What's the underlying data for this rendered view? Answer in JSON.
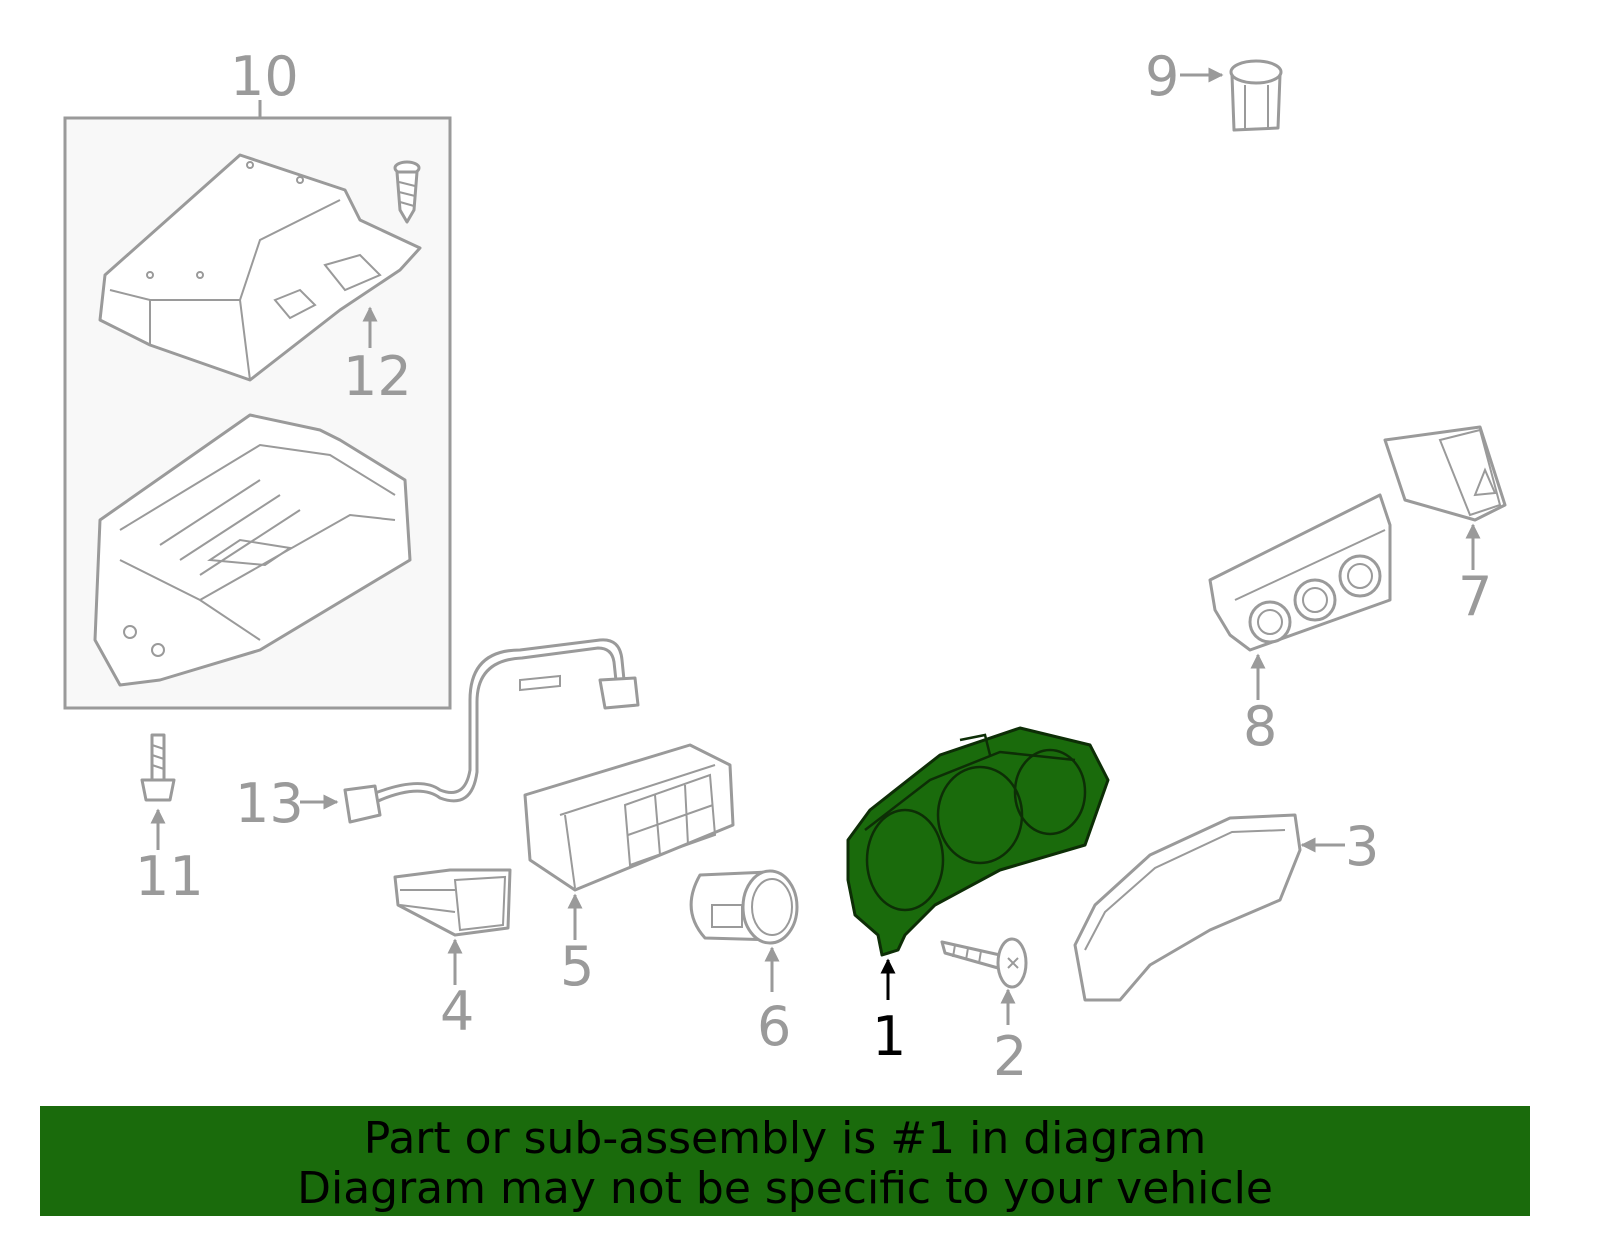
{
  "callouts": {
    "c1": "1",
    "c2": "2",
    "c3": "3",
    "c4": "4",
    "c5": "5",
    "c6": "6",
    "c7": "7",
    "c8": "8",
    "c9": "9",
    "c10": "10",
    "c11": "11",
    "c12": "12",
    "c13": "13"
  },
  "highlighted_part": "1",
  "colors": {
    "highlight": "#1a6b0c",
    "line": "#9a9a9a"
  },
  "banner": {
    "line1": "Part or sub-assembly is #1 in diagram",
    "line2": "Diagram may not be specific to your vehicle"
  }
}
